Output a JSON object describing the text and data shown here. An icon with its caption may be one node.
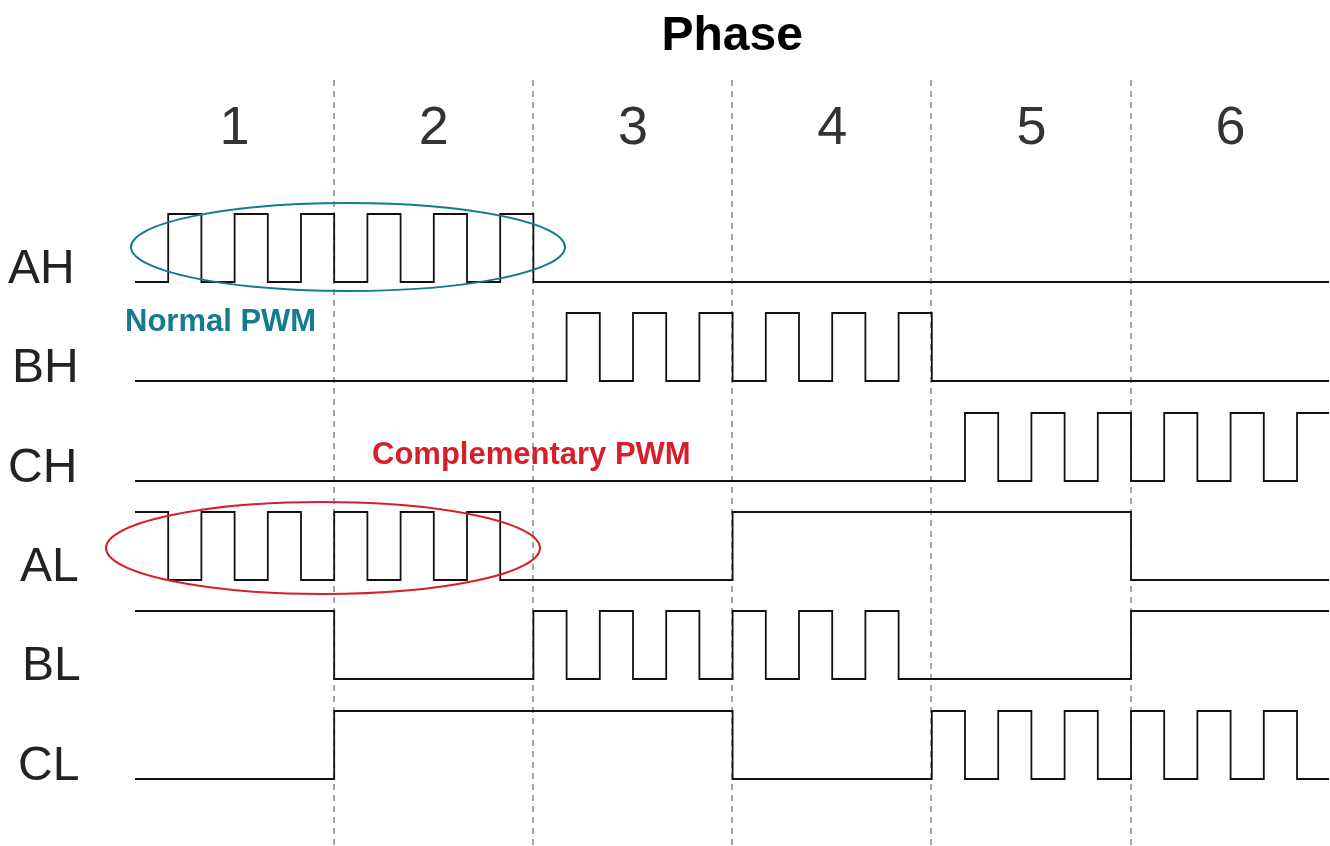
{
  "diagram": {
    "title": "Phase",
    "labels": [
      "1",
      "2",
      "3",
      "4",
      "5",
      "6",
      "AH",
      "Normal PWM",
      "BH",
      "CH",
      "Complementary PWM",
      "AL",
      "BL",
      "CL"
    ]
  }
}
